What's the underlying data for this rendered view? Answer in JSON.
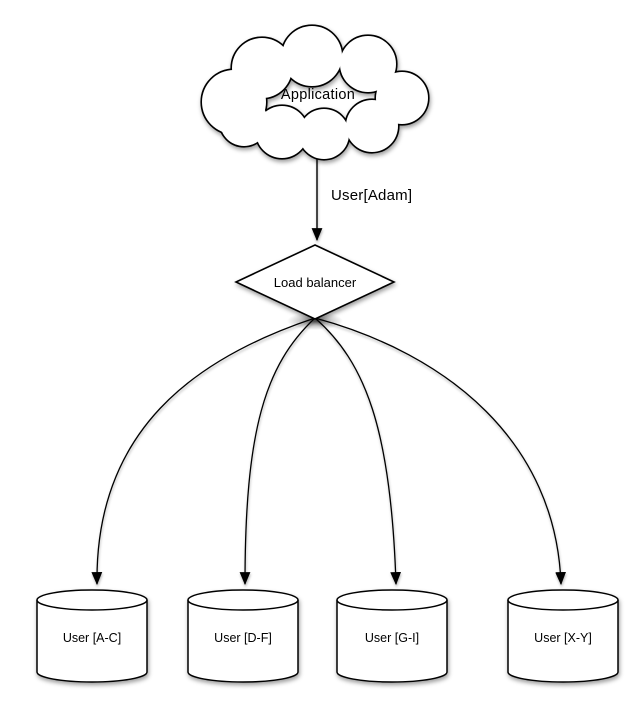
{
  "diagram": {
    "nodes": {
      "application": {
        "label": "Application",
        "shape": "cloud"
      },
      "load_balancer": {
        "label": "Load balancer",
        "shape": "diamond"
      },
      "shards": [
        {
          "label": "User [A-C]",
          "shape": "cylinder"
        },
        {
          "label": "User [D-F]",
          "shape": "cylinder"
        },
        {
          "label": "User [G-I]",
          "shape": "cylinder"
        },
        {
          "label": "User [X-Y]",
          "shape": "cylinder"
        }
      ]
    },
    "edges": {
      "app_to_lb": {
        "label": "User[Adam]"
      }
    },
    "colors": {
      "background": "#ffffff",
      "shape_fill": "#ffffff",
      "stroke": "#000000"
    }
  }
}
